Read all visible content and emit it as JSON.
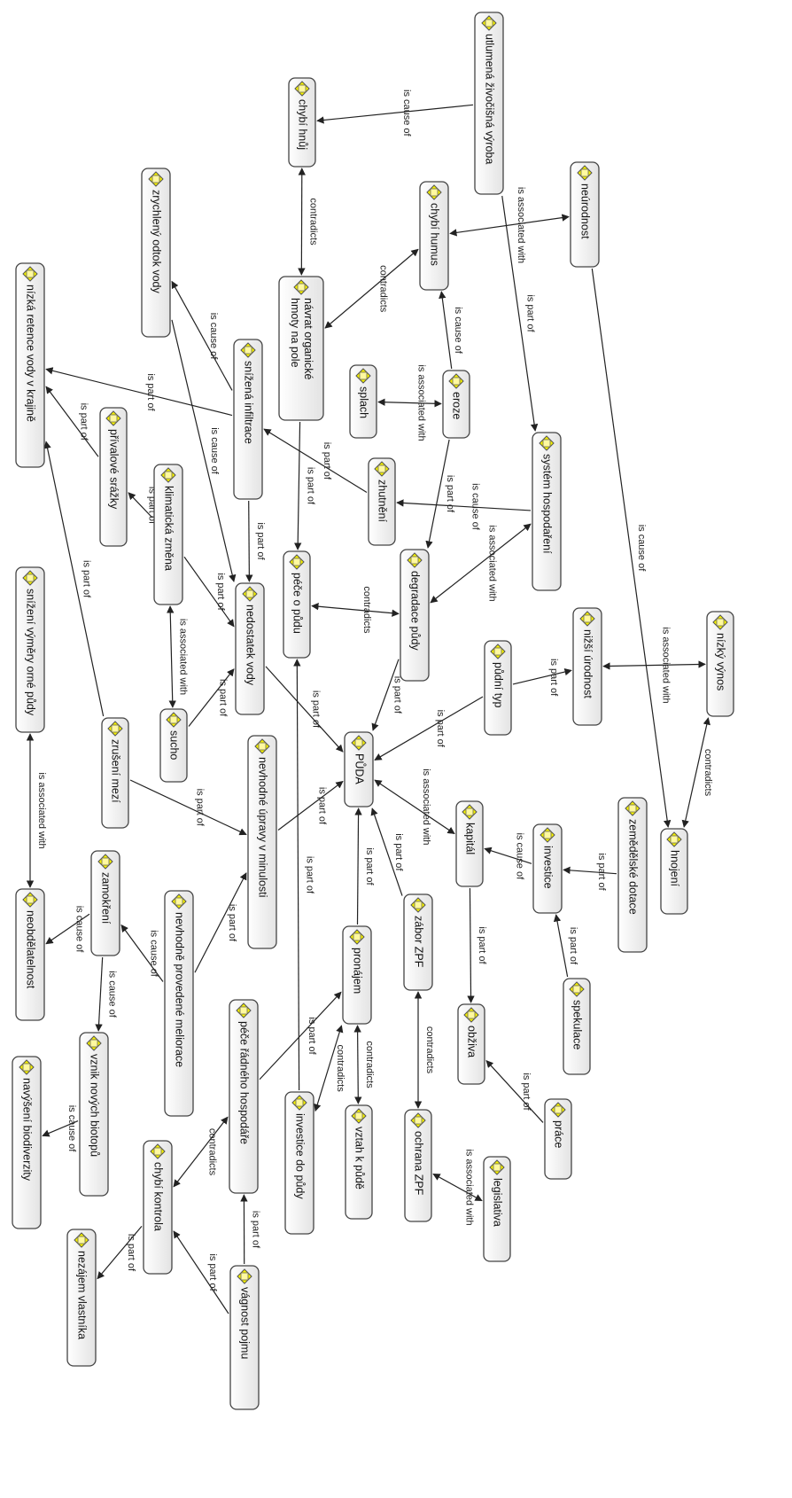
{
  "nodes": [
    {
      "id": "utumena",
      "label": "utlumená živočišná výroba"
    },
    {
      "id": "chybi_hnuj",
      "label": "chybí hnůj"
    },
    {
      "id": "zrychleny",
      "label": "zrychlený odtok vody"
    },
    {
      "id": "navrat",
      "label": "návrat organické hmoty na pole"
    },
    {
      "id": "chybi_humus",
      "label": "chybí humus"
    },
    {
      "id": "neurodnost",
      "label": "neúrodnost"
    },
    {
      "id": "nizka_retence",
      "label": "nízká retence vody v krajině"
    },
    {
      "id": "snizena_inf",
      "label": "snížená infiltrace"
    },
    {
      "id": "splach",
      "label": "splach"
    },
    {
      "id": "eroze",
      "label": "eroze"
    },
    {
      "id": "privalove",
      "label": "přívalové srážky"
    },
    {
      "id": "zhutneni",
      "label": "zhutnění"
    },
    {
      "id": "system_hosp",
      "label": "systém hospodaření"
    },
    {
      "id": "klimaticka",
      "label": "klimatická změna"
    },
    {
      "id": "pece_o_pudu",
      "label": "péče o půdu"
    },
    {
      "id": "degradace",
      "label": "degradace půdy"
    },
    {
      "id": "snizeni_vymery",
      "label": "snížení výměry orné půdy"
    },
    {
      "id": "nedostatek",
      "label": "nedostatek vody"
    },
    {
      "id": "nizsi_urodnost",
      "label": "nižší úrodnost"
    },
    {
      "id": "nizky_vynos",
      "label": "nízký výnos"
    },
    {
      "id": "pudni_typ",
      "label": "půdní typ"
    },
    {
      "id": "sucho",
      "label": "sucho"
    },
    {
      "id": "zruseni_mezi",
      "label": "zrušení mezí"
    },
    {
      "id": "nevhodne_upravy",
      "label": "nevhodné úpravy v minulosti"
    },
    {
      "id": "puda",
      "label": "PŮDA"
    },
    {
      "id": "kapital",
      "label": "kapitál"
    },
    {
      "id": "zemedelske_dotace",
      "label": "zemědělské dotace"
    },
    {
      "id": "hnojeni",
      "label": "hnojení"
    },
    {
      "id": "investice",
      "label": "investice"
    },
    {
      "id": "neobdelatelnost",
      "label": "neobdělatelnost"
    },
    {
      "id": "zamokreni",
      "label": "zamokření"
    },
    {
      "id": "nevhodne_meliorace",
      "label": "nevhodně provedené meliorace"
    },
    {
      "id": "pronajem",
      "label": "pronájem"
    },
    {
      "id": "zabor",
      "label": "zábor ZPF"
    },
    {
      "id": "obziva",
      "label": "obživa"
    },
    {
      "id": "spekulace",
      "label": "spekulace"
    },
    {
      "id": "pece_radneho",
      "label": "péče řádného hospodáře"
    },
    {
      "id": "vznik_biotopu",
      "label": "vznik nových biotopů"
    },
    {
      "id": "navyseni_bio",
      "label": "navýšení biodiverzity"
    },
    {
      "id": "chybi_kontrola",
      "label": "chybí kontrola"
    },
    {
      "id": "investice_do_pudy",
      "label": "investice do půdy"
    },
    {
      "id": "vztah",
      "label": "vztah k půdě"
    },
    {
      "id": "ochrana",
      "label": "ochrana ZPF"
    },
    {
      "id": "prace",
      "label": "práce"
    },
    {
      "id": "legislativa",
      "label": "legislativa"
    },
    {
      "id": "nezajem",
      "label": "nezájem vlastníka"
    },
    {
      "id": "vagnost",
      "label": "vágnost pojmu"
    }
  ],
  "edges": [
    {
      "from": "utumena",
      "to": "chybi_hnuj",
      "label": "is cause of"
    },
    {
      "from": "chybi_hnuj",
      "to": "navrat",
      "label": "contradicts"
    },
    {
      "from": "neurodnost",
      "to": "chybi_humus",
      "label": "is associated with"
    },
    {
      "from": "utumena",
      "to": "system_hosp",
      "label": "is part of"
    },
    {
      "from": "navrat",
      "to": "chybi_humus",
      "label": "contradicts"
    },
    {
      "from": "eroze",
      "to": "chybi_humus",
      "label": "is cause of"
    },
    {
      "from": "splach",
      "to": "eroze",
      "label": "is associated with"
    },
    {
      "from": "eroze",
      "to": "degradace",
      "label": "is part of"
    },
    {
      "from": "snizena_inf",
      "to": "zrychleny",
      "label": "is cause of"
    },
    {
      "from": "snizena_inf",
      "to": "nizka_retence",
      "label": "is part of"
    },
    {
      "from": "zhutneni",
      "to": "snizena_inf",
      "label": "is part of"
    },
    {
      "from": "system_hosp",
      "to": "zhutneni",
      "label": "is cause of"
    },
    {
      "from": "system_hosp",
      "to": "degradace",
      "label": "is associated with"
    },
    {
      "from": "privalove",
      "to": "nizka_retence",
      "label": "is part of"
    },
    {
      "from": "klimaticka",
      "to": "privalove",
      "label": "is part of"
    },
    {
      "from": "snizena_inf",
      "to": "nedostatek",
      "label": "is part of"
    },
    {
      "from": "zrychleny",
      "to": "nedostatek",
      "label": "is cause of"
    },
    {
      "from": "klimaticka",
      "to": "nedostatek",
      "label": "is part of"
    },
    {
      "from": "navrat",
      "to": "pece_o_pudu",
      "label": "is part of"
    },
    {
      "from": "pece_o_pudu",
      "to": "degradace",
      "label": "contradicts"
    },
    {
      "from": "degradace",
      "to": "puda",
      "label": "is part of"
    },
    {
      "from": "nedostatek",
      "to": "puda",
      "label": "is part of"
    },
    {
      "from": "klimaticka",
      "to": "sucho",
      "label": "is associated with"
    },
    {
      "from": "sucho",
      "to": "nedostatek",
      "label": "is part of"
    },
    {
      "from": "neurodnost",
      "to": "hnojeni",
      "label": "is cause of"
    },
    {
      "from": "nizsi_urodnost",
      "to": "nizky_vynos",
      "label": "is associated with"
    },
    {
      "from": "pudni_typ",
      "to": "nizsi_urodnost",
      "label": "is part of"
    },
    {
      "from": "pudni_typ",
      "to": "puda",
      "label": "is part of"
    },
    {
      "from": "nizky_vynos",
      "to": "hnojeni",
      "label": "contradicts"
    },
    {
      "from": "zruseni_mezi",
      "to": "nizka_retence",
      "label": "is part of"
    },
    {
      "from": "zruseni_mezi",
      "to": "nevhodne_upravy",
      "label": "is part of"
    },
    {
      "from": "nevhodne_upravy",
      "to": "puda",
      "label": "is part of"
    },
    {
      "from": "puda",
      "to": "kapital",
      "label": "is associated with"
    },
    {
      "from": "investice",
      "to": "kapital",
      "label": "is cause of"
    },
    {
      "from": "zemedelske_dotace",
      "to": "investice",
      "label": "is part of"
    },
    {
      "from": "spekulace",
      "to": "investice",
      "label": "is part of"
    },
    {
      "from": "kapital",
      "to": "obziva",
      "label": "is part of"
    },
    {
      "from": "prace",
      "to": "obziva",
      "label": "is part of"
    },
    {
      "from": "snizeni_vymery",
      "to": "neobdelatelnost",
      "label": "is associated with"
    },
    {
      "from": "zamokreni",
      "to": "neobdelatelnost",
      "label": "is cause of"
    },
    {
      "from": "nevhodne_meliorace",
      "to": "zamokreni",
      "label": "is cause of"
    },
    {
      "from": "nevhodne_meliorace",
      "to": "nevhodne_upravy",
      "label": "is part of"
    },
    {
      "from": "zamokreni",
      "to": "vznik_biotopu",
      "label": "is cause of"
    },
    {
      "from": "vznik_biotopu",
      "to": "navyseni_bio",
      "label": "is cause of"
    },
    {
      "from": "pronajem",
      "to": "puda",
      "label": "is part of"
    },
    {
      "from": "zabor",
      "to": "puda",
      "label": "is part of"
    },
    {
      "from": "zabor",
      "to": "ochrana",
      "label": "contradicts"
    },
    {
      "from": "ochrana",
      "to": "legislativa",
      "label": "is associated with"
    },
    {
      "from": "pronajem",
      "to": "vztah",
      "label": "contradicts"
    },
    {
      "from": "investice_do_pudy",
      "to": "pronajem",
      "label": "contradicts"
    },
    {
      "from": "investice_do_pudy",
      "to": "pece_o_pudu",
      "label": "is part of"
    },
    {
      "from": "pece_radneho",
      "to": "pronajem",
      "label": "is part of"
    },
    {
      "from": "pece_radneho",
      "to": "chybi_kontrola",
      "label": "contradicts"
    },
    {
      "from": "chybi_kontrola",
      "to": "nezajem",
      "label": "is part of"
    },
    {
      "from": "vagnost",
      "to": "chybi_kontrola",
      "label": "is part of"
    },
    {
      "from": "vagnost",
      "to": "pece_radneho",
      "label": "is part of"
    }
  ],
  "colors": {
    "node_fill": "#f2f2f2",
    "node_stroke": "#444444",
    "icon_fill": "#f4f000",
    "line": "#222222"
  }
}
